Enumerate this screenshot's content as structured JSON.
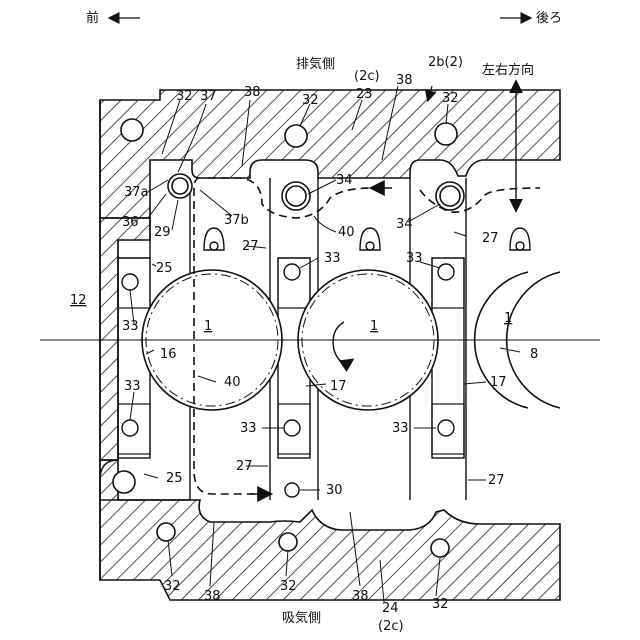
{
  "directions": {
    "front": "前",
    "rear": "後ろ",
    "exhaust_side": "排気側",
    "intake_side": "吸気側",
    "left_right": "左右方向"
  },
  "labels": {
    "n32": "32",
    "n37": "37",
    "n38": "38",
    "n23": "23",
    "n2c": "(2c)",
    "n2b": "2b(2)",
    "n37a": "37a",
    "n34": "34",
    "n36": "36",
    "n29": "29",
    "n37b": "37b",
    "n40": "40",
    "n27": "27",
    "n25": "25",
    "n33": "33",
    "n12": "12",
    "n1": "1",
    "n16": "16",
    "n17": "17",
    "n8": "8",
    "n30": "30",
    "n24": "24",
    "n2c_bottom": "(2c)"
  },
  "icons": [
    "arrow-left-icon",
    "arrow-right-icon",
    "double-arrow-icon",
    "swirl-arrow-icon"
  ]
}
